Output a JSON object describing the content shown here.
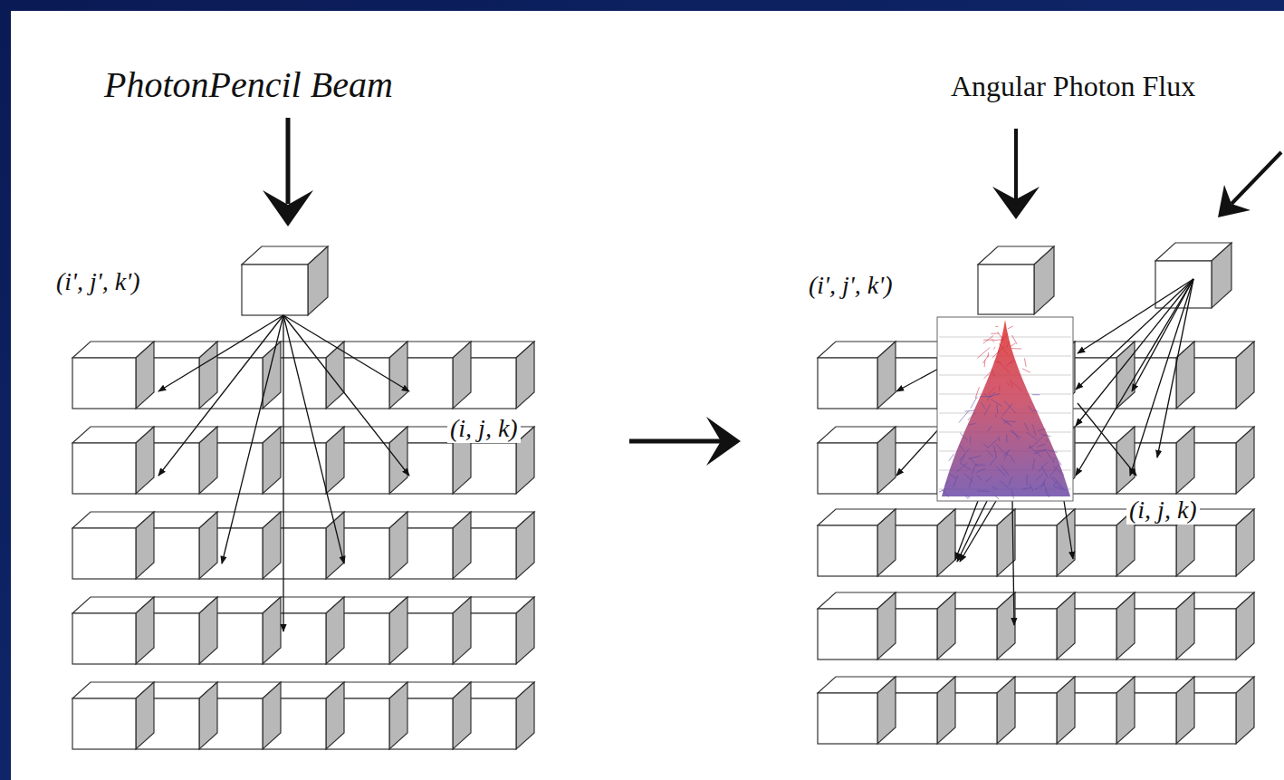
{
  "diagram": {
    "labels": [
      "PhotonPencil Beam",
      "(i', j', k')",
      "(i, j, k)",
      "Angular Photon Flux",
      "(i', j', k')",
      "(i, j, k)"
    ]
  }
}
